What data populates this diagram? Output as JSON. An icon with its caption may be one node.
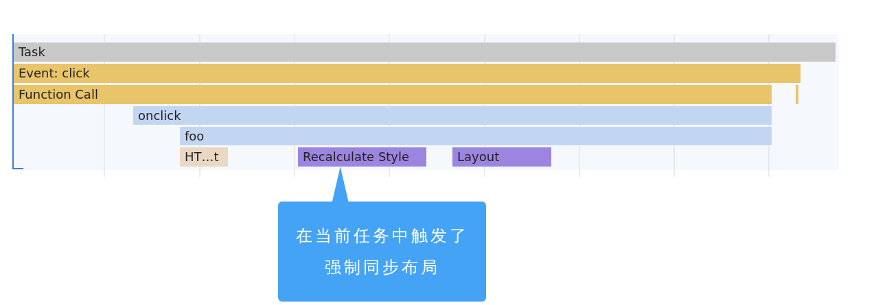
{
  "diagram": {
    "nodes": [
      {
        "text": [
          "Task"
        ]
      },
      {
        "text": [
          "Event: click"
        ]
      },
      {
        "text": [
          "Function Call"
        ]
      },
      {
        "text": [],
        "shape": "bar"
      },
      {
        "text": [
          "onclick"
        ]
      },
      {
        "text": [
          "foo"
        ]
      },
      {
        "text": [
          "HT…t"
        ]
      },
      {
        "text": [
          "Recalculate Style"
        ]
      },
      {
        "text": [
          "Layout"
        ]
      },
      {
        "text": [
          "在当前任务中触发了强制同步布局"
        ]
      }
    ],
    "edges": [
      {
        "from": 9,
        "to": 7,
        "arrow": "none"
      }
    ]
  }
}
